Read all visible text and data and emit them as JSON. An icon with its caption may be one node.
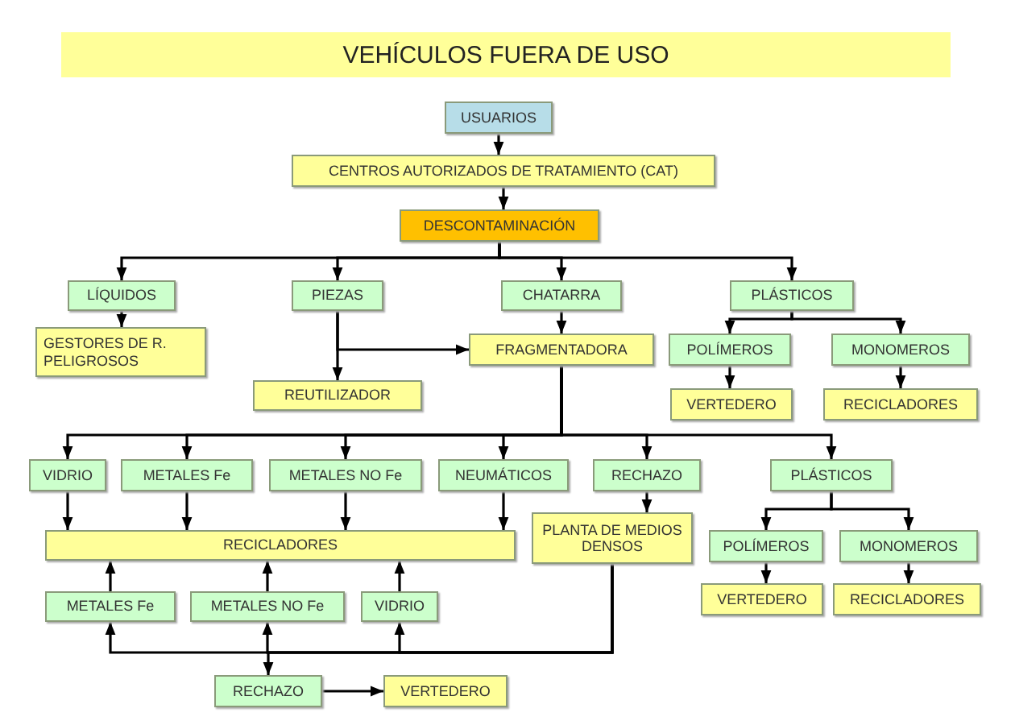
{
  "diagram": {
    "title": "VEHÍCULOS FUERA DE USO",
    "nodes": [
      {
        "text": [
          "USUARIOS"
        ]
      },
      {
        "text": [
          "CENTROS AUTORIZADOS DE TRATAMIENTO (CAT)"
        ]
      },
      {
        "text": [
          "DESCONTAMINACIÓN"
        ]
      },
      {
        "text": [
          "LÍQUIDOS"
        ]
      },
      {
        "text": [
          "PIEZAS"
        ]
      },
      {
        "text": [
          "CHATARRA"
        ]
      },
      {
        "text": [
          "PLÁSTICOS"
        ]
      },
      {
        "text": [
          "GESTORES DE R. PELIGROSOS"
        ]
      },
      {
        "text": [
          "FRAGMENTADORA"
        ]
      },
      {
        "text": [
          "POLÍMEROS"
        ]
      },
      {
        "text": [
          "MONOMEROS"
        ]
      },
      {
        "text": [
          "REUTILIZADOR"
        ]
      },
      {
        "text": [
          "VERTEDERO"
        ]
      },
      {
        "text": [
          "RECICLADORES"
        ]
      },
      {
        "text": [
          "VIDRIO"
        ]
      },
      {
        "text": [
          "METALES Fe"
        ]
      },
      {
        "text": [
          "METALES NO Fe"
        ]
      },
      {
        "text": [
          "NEUMÁTICOS"
        ]
      },
      {
        "text": [
          "RECHAZO"
        ]
      },
      {
        "text": [
          "PLÁSTICOS"
        ]
      },
      {
        "text": [
          "RECICLADORES"
        ]
      },
      {
        "text": [
          "PLANTA DE MEDIOS DENSOS"
        ]
      },
      {
        "text": [
          "POLÍMEROS"
        ]
      },
      {
        "text": [
          "MONOMEROS"
        ]
      },
      {
        "text": [
          "VERTEDERO"
        ]
      },
      {
        "text": [
          "RECICLADORES"
        ]
      },
      {
        "text": [
          "METALES Fe"
        ]
      },
      {
        "text": [
          "METALES NO Fe"
        ]
      },
      {
        "text": [
          "VIDRIO"
        ]
      },
      {
        "text": [
          "RECHAZO"
        ]
      },
      {
        "text": [
          "VERTEDERO"
        ]
      }
    ],
    "edges": [
      {
        "from": 0,
        "to": 1,
        "arrow": "to"
      },
      {
        "from": 1,
        "to": 2,
        "arrow": "to"
      },
      {
        "from": 2,
        "to": 3,
        "arrow": "to"
      },
      {
        "from": 2,
        "to": 4,
        "arrow": "to"
      },
      {
        "from": 2,
        "to": 5,
        "arrow": "to"
      },
      {
        "from": 2,
        "to": 6,
        "arrow": "to"
      },
      {
        "from": 3,
        "to": 7,
        "arrow": "to"
      },
      {
        "from": 4,
        "to": 11,
        "arrow": "to"
      },
      {
        "from": 4,
        "to": 8,
        "arrow": "to"
      },
      {
        "from": 5,
        "to": 8,
        "arrow": "to"
      },
      {
        "from": 6,
        "to": 9,
        "arrow": "to"
      },
      {
        "from": 6,
        "to": 10,
        "arrow": "to"
      },
      {
        "from": 9,
        "to": 12,
        "arrow": "to"
      },
      {
        "from": 10,
        "to": 13,
        "arrow": "to"
      },
      {
        "from": 8,
        "to": 14,
        "arrow": "to"
      },
      {
        "from": 8,
        "to": 15,
        "arrow": "to"
      },
      {
        "from": 8,
        "to": 16,
        "arrow": "to"
      },
      {
        "from": 8,
        "to": 17,
        "arrow": "to"
      },
      {
        "from": 8,
        "to": 18,
        "arrow": "to"
      },
      {
        "from": 8,
        "to": 19,
        "arrow": "to"
      },
      {
        "from": 14,
        "to": 20,
        "arrow": "to"
      },
      {
        "from": 15,
        "to": 20,
        "arrow": "to"
      },
      {
        "from": 16,
        "to": 20,
        "arrow": "to"
      },
      {
        "from": 17,
        "to": 20,
        "arrow": "to"
      },
      {
        "from": 18,
        "to": 21,
        "arrow": "to"
      },
      {
        "from": 19,
        "to": 22,
        "arrow": "to"
      },
      {
        "from": 19,
        "to": 23,
        "arrow": "to"
      },
      {
        "from": 22,
        "to": 24,
        "arrow": "to"
      },
      {
        "from": 23,
        "to": 25,
        "arrow": "to"
      },
      {
        "from": 26,
        "to": 20,
        "arrow": "to"
      },
      {
        "from": 27,
        "to": 20,
        "arrow": "to"
      },
      {
        "from": 28,
        "to": 20,
        "arrow": "to"
      },
      {
        "from": 21,
        "to": 26,
        "arrow": "to"
      },
      {
        "from": 21,
        "to": 27,
        "arrow": "to"
      },
      {
        "from": 21,
        "to": 28,
        "arrow": "to"
      },
      {
        "from": 21,
        "to": 29,
        "arrow": "to"
      },
      {
        "from": 29,
        "to": 30,
        "arrow": "to"
      }
    ]
  }
}
